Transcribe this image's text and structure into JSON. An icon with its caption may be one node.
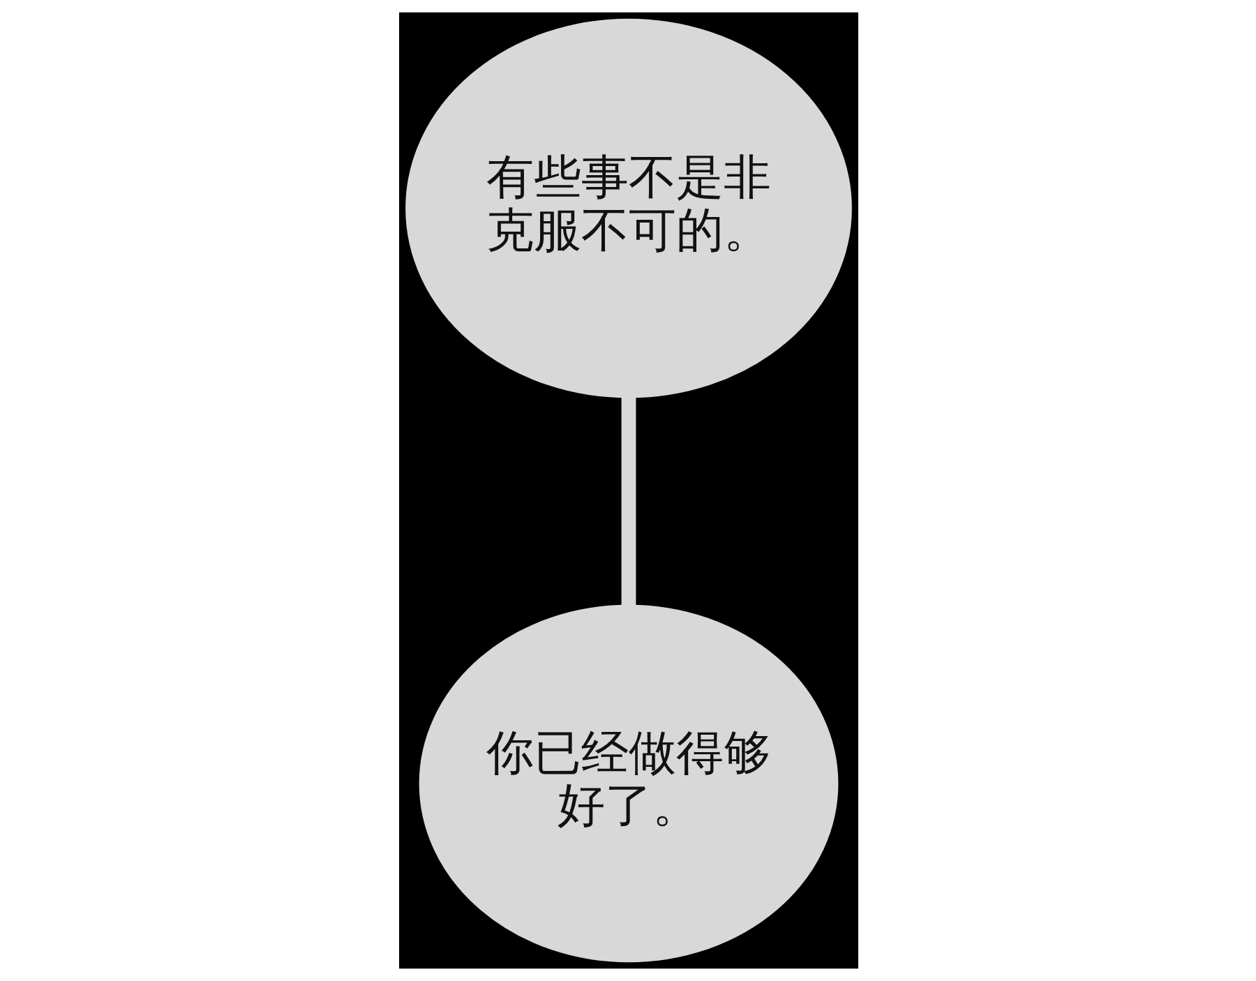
{
  "diagram": {
    "nodes": [
      {
        "text": [
          "有些事不是非克服不可的。"
        ]
      },
      {
        "text": [
          "你已经做得够好了。"
        ]
      }
    ],
    "edges": [
      {
        "from": 0,
        "to": 1,
        "arrow": "none"
      }
    ]
  }
}
